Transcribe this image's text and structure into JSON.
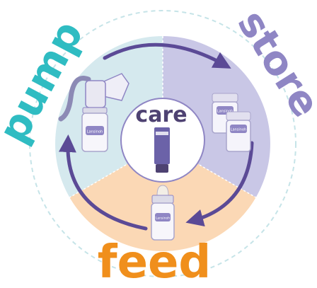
{
  "labels": {
    "pump": "pump",
    "store": "store",
    "feed": "feed",
    "care": "care",
    "brand": "Lansinoh"
  },
  "colors": {
    "pump": "#2fbcc2",
    "store": "#8f86c4",
    "feed": "#f08f1c",
    "care_text": "#4e4272",
    "arrow": "#5b4a96",
    "segment_pump": "#d5e9ee",
    "segment_store": "#c9c7e6",
    "segment_feed": "#fbd8b5",
    "ring_dash": "#c6e4e8"
  }
}
